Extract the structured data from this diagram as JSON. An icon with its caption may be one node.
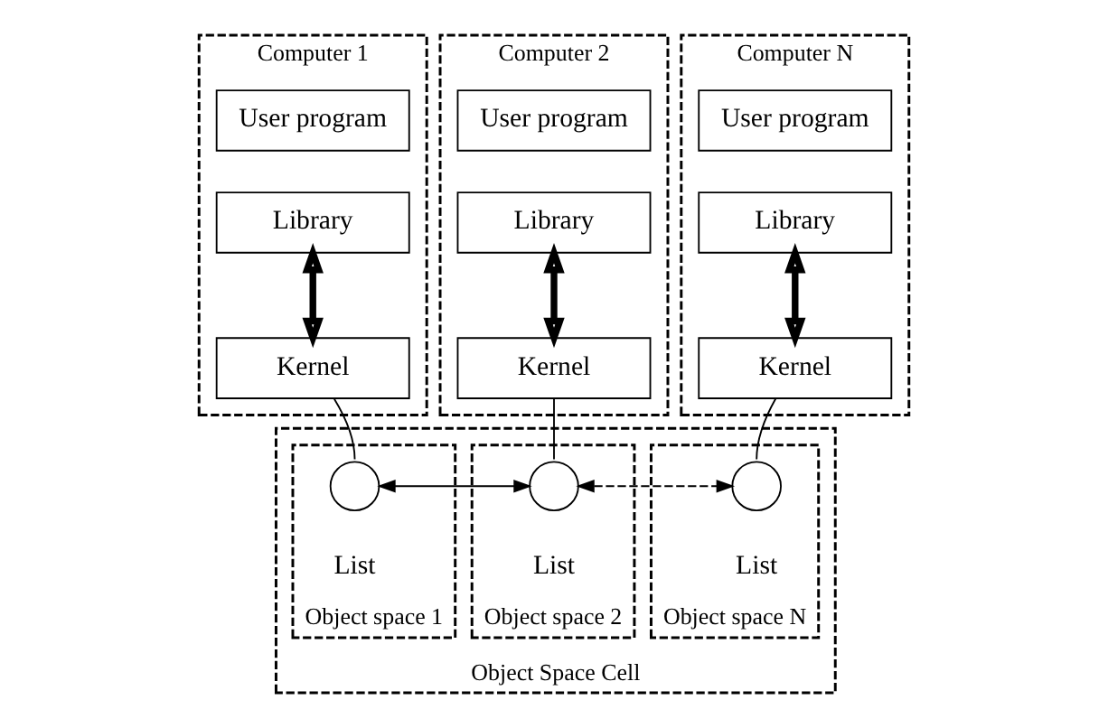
{
  "diagram": {
    "nodes": [
      {
        "text": [
          "Computer 1"
        ]
      },
      {
        "text": [
          "User program"
        ],
        "in": 0
      },
      {
        "text": [
          "Library"
        ],
        "in": 0
      },
      {
        "text": [
          "Kernel"
        ],
        "in": 0
      },
      {
        "text": [
          "Computer 2"
        ]
      },
      {
        "text": [
          "User program"
        ],
        "in": 4
      },
      {
        "text": [
          "Library"
        ],
        "in": 4
      },
      {
        "text": [
          "Kernel"
        ],
        "in": 4
      },
      {
        "text": [
          "Computer N"
        ]
      },
      {
        "text": [
          "User program"
        ],
        "in": 8
      },
      {
        "text": [
          "Library"
        ],
        "in": 8
      },
      {
        "text": [
          "Kernel"
        ],
        "in": 8
      },
      {
        "text": [
          "Object Space Cell"
        ]
      },
      {
        "text": [
          "Object space 1"
        ],
        "in": 12
      },
      {
        "text": [],
        "shape": "circle",
        "in": 13,
        "beside": [
          "List"
        ]
      },
      {
        "text": [
          "Object space 2"
        ],
        "in": 12
      },
      {
        "text": [],
        "shape": "circle",
        "in": 15,
        "beside": [
          "List"
        ]
      },
      {
        "text": [
          "Object space N"
        ],
        "in": 12
      },
      {
        "text": [],
        "shape": "circle",
        "in": 17,
        "beside": [
          "List"
        ]
      }
    ],
    "edges": [
      {
        "from": 2,
        "to": 3,
        "arrow": "both",
        "style": "thick"
      },
      {
        "from": 6,
        "to": 7,
        "arrow": "both",
        "style": "thick"
      },
      {
        "from": 10,
        "to": 11,
        "arrow": "both",
        "style": "thick"
      },
      {
        "from": 3,
        "to": 14,
        "arrow": "none"
      },
      {
        "from": 7,
        "to": 16,
        "arrow": "none"
      },
      {
        "from": 11,
        "to": 18,
        "arrow": "none"
      },
      {
        "from": 14,
        "to": 16,
        "arrow": "both"
      },
      {
        "from": 16,
        "to": 18,
        "arrow": "both",
        "style": "dashed"
      }
    ]
  }
}
